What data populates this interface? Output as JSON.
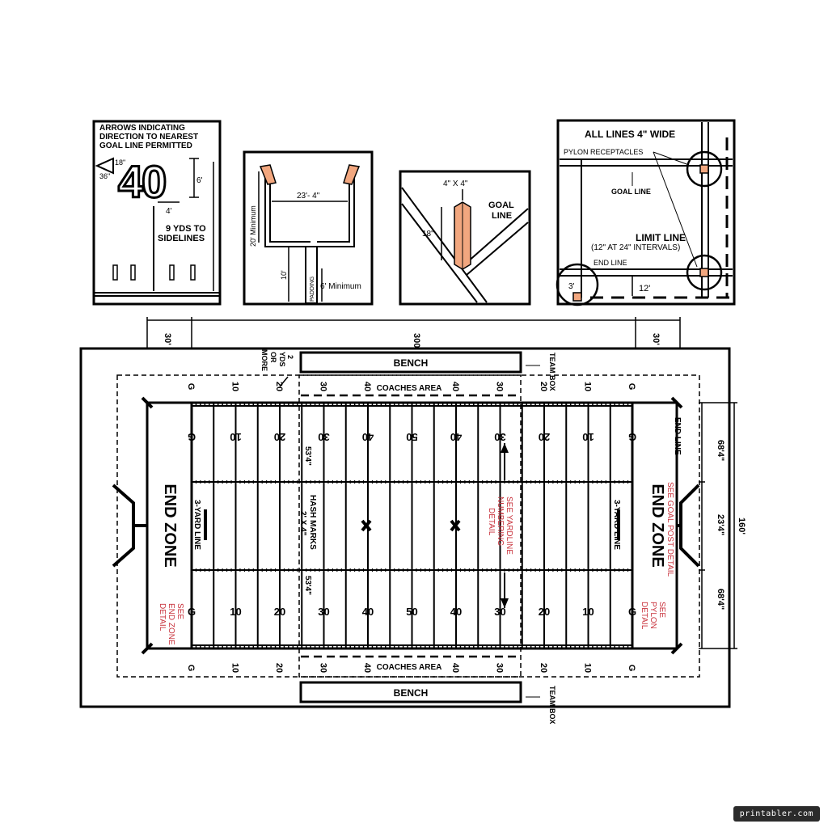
{
  "panel_numbers": {
    "title": "ARROWS INDICATING DIRECTION TO NEAREST GOAL LINE PERMITTED",
    "title_lines": [
      "ARROWS INDICATING",
      "DIRECTION TO NEAREST",
      "GOAL LINE PERMITTED"
    ],
    "number": "40",
    "angle_18": "18\"",
    "angle_36": "36\"",
    "width": "4'",
    "height": "6'",
    "sidelines_1": "9 YDS TO",
    "sidelines_2": "SIDELINES"
  },
  "panel_goalpost": {
    "crossbar": "23'- 4\"",
    "upright_height": "20' Minimum",
    "post_height": "10'",
    "padding": "PADDING",
    "padding_height": "6' Minimum"
  },
  "panel_pylon": {
    "size": "4\" X 4\"",
    "height": "18\"",
    "goal_line_1": "GOAL",
    "goal_line_2": "LINE"
  },
  "panel_lines": {
    "all_lines": "ALL LINES  4\" WIDE",
    "pylon_receptacles": "PYLON RECEPTACLES",
    "goal_line": "GOAL LINE",
    "limit_line": "LIMIT LINE",
    "limit_line_note": "(12\" AT 24\" INTERVALS)",
    "end_line": "END LINE",
    "dist_3": "3'",
    "dist_12": "12'"
  },
  "field": {
    "dim_30_left": "30'",
    "dim_300": "300'",
    "dim_30_right": "30'",
    "dim_160": "160'",
    "dim_68_top": "68'4\"",
    "dim_23": "23'4\"",
    "dim_68_bottom": "68'4\"",
    "dim_53_top": "53'4\"",
    "dim_53_bottom": "53'4\"",
    "bench_top": "BENCH",
    "bench_bottom": "BENCH",
    "team_box_top": "TEAM BOX",
    "team_box_bottom": "TEAM BOX",
    "coaches_top": "COACHES AREA",
    "coaches_bottom": "COACHES AREA",
    "two_yds_1": "2",
    "two_yds_2": "YDS",
    "two_yds_3": "OR",
    "two_yds_4": "MORE",
    "end_zone_left": "END ZONE",
    "end_zone_right": "END ZONE",
    "three_yard_left": "3-YARD LINE",
    "three_yard_right": "3-YARD LINE",
    "hash_marks_1": "HASH MARKS",
    "hash_marks_2": "2' X 4\"",
    "end_line": "END LINE",
    "see_yardline_1": "SEE YARDLINE",
    "see_yardline_2": "NUMBERING",
    "see_yardline_3": "DETAIL",
    "see_goal_post": "SEE GOAL POST DETAIL",
    "see_pylon_1": "SEE",
    "see_pylon_2": "PYLON",
    "see_pylon_3": "DETAIL",
    "see_end_zone_1": "SEE",
    "see_end_zone_2": "END ZONE",
    "see_end_zone_3": "DETAIL",
    "yard_labels": [
      "G",
      "10",
      "20",
      "30",
      "40",
      "50",
      "40",
      "30",
      "20",
      "10",
      "G"
    ],
    "top_labels": [
      "G",
      "10",
      "20",
      "30",
      "40",
      "40",
      "30",
      "20",
      "10",
      "G"
    ],
    "bottom_labels": [
      "G",
      "10",
      "20",
      "30",
      "40",
      "40",
      "30",
      "20",
      "10",
      "G"
    ]
  },
  "watermark": "printabler.com",
  "colors": {
    "pylon": "#f2a77f",
    "note_red": "#c8323c",
    "ink": "#000000"
  }
}
